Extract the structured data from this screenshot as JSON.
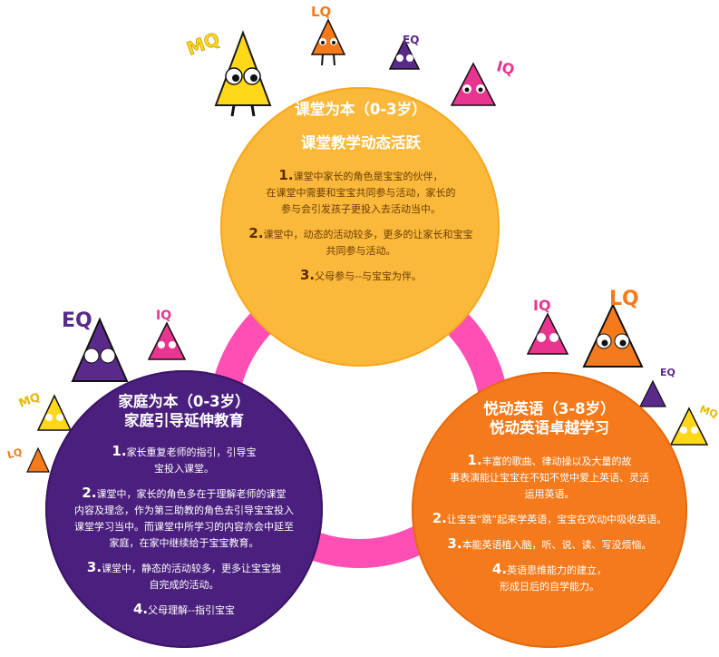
{
  "colors": {
    "ring": "#ff4fb4",
    "yellow": "#fbb93c",
    "purple": "#4a1f7d",
    "orange": "#f47a1c"
  },
  "characters": [
    {
      "label": "MQ",
      "shape": "yellow-triangle-character"
    },
    {
      "label": "LQ",
      "shape": "orange-triangle-character"
    },
    {
      "label": "EQ",
      "shape": "purple-triangle-character"
    },
    {
      "label": "IQ",
      "shape": "pink-triangle-character"
    }
  ],
  "top": {
    "title1": "课堂为本（0-3岁）",
    "title2": "课堂教学动态活跃",
    "items": [
      {
        "num": "1.",
        "lines": [
          "课堂中家长的角色是宝宝的伙伴，",
          "在课堂中需要和宝宝共同参与活动，家长的",
          "参与会引发孩子更投入去活动当中。"
        ]
      },
      {
        "num": "2.",
        "lines": [
          "课堂中，动态的活动较多，更多的让家长和宝宝",
          "共同参与活动。"
        ]
      },
      {
        "num": "3.",
        "lines": [
          "父母参与--与宝宝为伴。"
        ]
      }
    ]
  },
  "left": {
    "title1": "家庭为本（0-3岁）",
    "title2": "家庭引导延伸教育",
    "items": [
      {
        "num": "1.",
        "lines": [
          "家长重复老师的指引，引导宝",
          "宝投入课堂。"
        ]
      },
      {
        "num": "2.",
        "lines": [
          "课堂中，家长的角色多在于理解老师的课堂",
          "内容及理念，作为第三助教的角色去引导宝宝投入",
          "课堂学习当中。而课堂中所学习的内容亦会中延至",
          "家庭，在家中继续给于宝宝教育。"
        ]
      },
      {
        "num": "3.",
        "lines": [
          "课堂中，静态的活动较多，更多让宝宝独",
          "自完成的活动。"
        ]
      },
      {
        "num": "4.",
        "lines": [
          "父母理解--指引宝宝"
        ]
      }
    ]
  },
  "right": {
    "title1": "悦动英语（3-8岁）",
    "title2": "悦动英语卓越学习",
    "items": [
      {
        "num": "1.",
        "lines": [
          "丰富的歌曲、律动操以及大量的故",
          "事表演能让宝宝在不知不觉中爱上英语、灵活",
          "运用英语。"
        ]
      },
      {
        "num": "2.",
        "lines": [
          "让宝宝“跳”起来学英语，宝宝在欢动中吸收英语。"
        ]
      },
      {
        "num": "3.",
        "lines": [
          "本能英语植入脑，听、说、读、写没烦恼。"
        ]
      },
      {
        "num": "4.",
        "lines": [
          "英语思维能力的建立，",
          "形成日后的自学能力。"
        ]
      }
    ]
  }
}
